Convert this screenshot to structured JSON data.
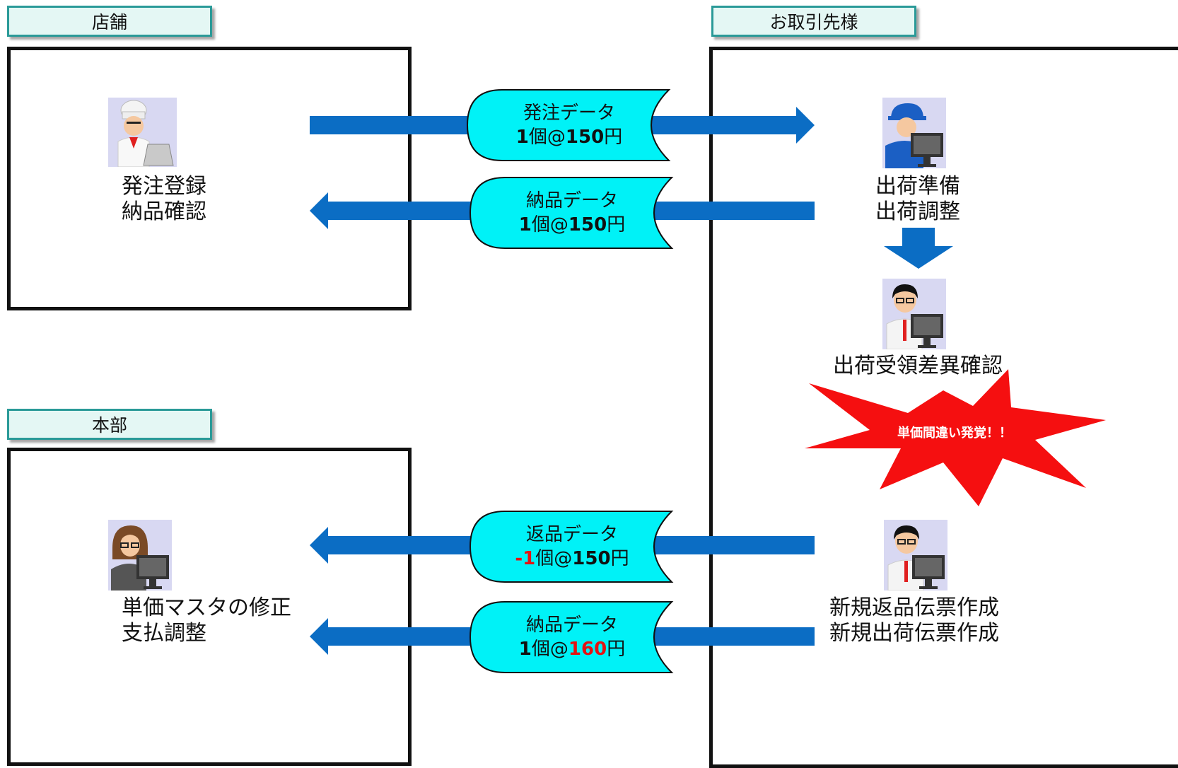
{
  "tabs": {
    "store": "店舗",
    "partner": "お取引先様",
    "hq": "本部"
  },
  "store": {
    "line1": "発注登録",
    "line2": "納品確認",
    "person_icon": "chef-laptop-icon"
  },
  "hq": {
    "line1": "単価マスタの修正",
    "line2": "支払調整",
    "person_icon": "woman-computer-icon"
  },
  "partner": {
    "step1_line1": "出荷準備",
    "step1_line2": "出荷調整",
    "step1_icon": "worker-cap-computer-icon",
    "step2": "出荷受領差異確認",
    "step2_icon": "man-computer-icon",
    "alert": "単価間違い発覚！！",
    "step3_line1": "新規返品伝票作成",
    "step3_line2": "新規出荷伝票作成",
    "step3_icon": "man-computer-icon"
  },
  "flows": {
    "order": {
      "title": "発注データ",
      "qty": "1",
      "unit": "個@",
      "price": "150",
      "yen": "円"
    },
    "delivery1": {
      "title": "納品データ",
      "qty": "1",
      "unit": "個@",
      "price": "150",
      "yen": "円"
    },
    "return": {
      "title": "返品データ",
      "qty": "-1",
      "unit": "個@",
      "price": "150",
      "yen": "円"
    },
    "delivery2": {
      "title": "納品データ",
      "qty": "1",
      "unit": "個@",
      "price": "160",
      "yen": "円"
    }
  },
  "colors": {
    "arrow": "#0b6dc4",
    "tape": "#00f2f7",
    "tab_bg": "#e4f7f4",
    "tab_border": "#2a9a98",
    "alert": "#f50f10",
    "highlight": "#e41313"
  }
}
